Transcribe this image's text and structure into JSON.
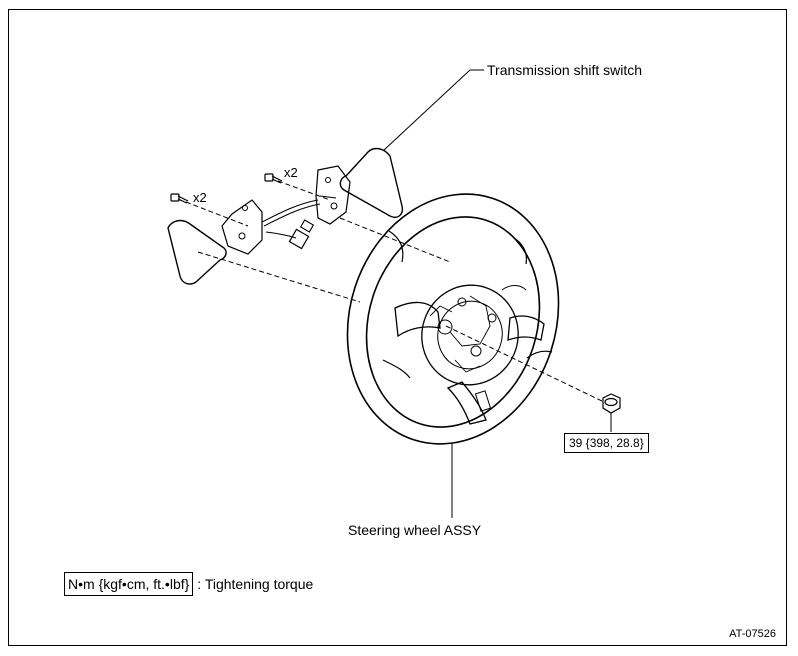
{
  "labels": {
    "shift_switch": "Transmission shift switch",
    "steering_wheel": "Steering wheel ASSY",
    "qty_left": "x2",
    "qty_right": "x2",
    "torque_value": "39 {398, 28.8}"
  },
  "legend": {
    "unit": "N•m {kgf•cm, ft.•lbf}",
    "description": ": Tightening torque"
  },
  "figure_code": "AT-07526"
}
